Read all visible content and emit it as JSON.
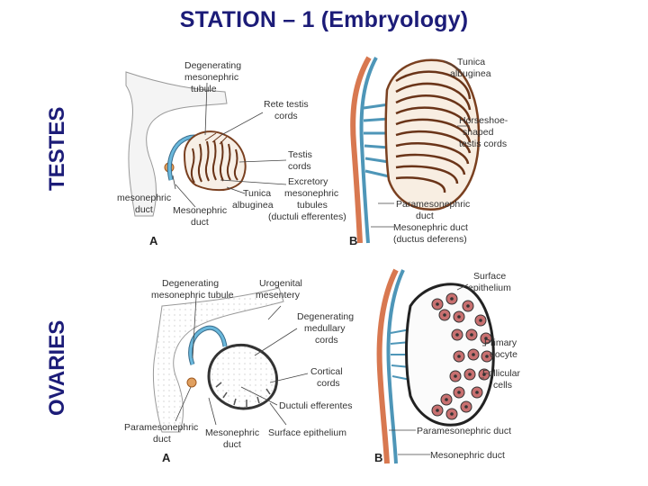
{
  "title": "STATION – 1 (Embryology)",
  "sections": {
    "testes": "TESTES",
    "ovaries": "OVARIES"
  },
  "testes": {
    "panel_a": {
      "letter": "A",
      "labels": {
        "degenerating_tubule": [
          "Degenerating",
          "mesonephric",
          "tubule"
        ],
        "rete_testis": [
          "Rete testis",
          "cords"
        ],
        "testis_cords": [
          "Testis",
          "cords"
        ],
        "excretory_tubules": [
          "Excretory",
          "mesonephric",
          "tubules",
          "(ductuli efferentes)"
        ],
        "tunica": [
          "Tunica",
          "albuginea"
        ],
        "mesonephric_left": [
          "mesonephric",
          "duct"
        ],
        "mesonephric_duct": [
          "Mesonephric",
          "duct"
        ]
      }
    },
    "panel_b": {
      "letter": "B",
      "labels": {
        "tunica": [
          "Tunica",
          "albuginea"
        ],
        "horseshoe": [
          "Horseshoe-",
          "shaped",
          "testis cords"
        ],
        "paramesonephric": [
          "Paramesonephric",
          "duct"
        ],
        "mesonephric": [
          "Mesonephric duct",
          "(ductus deferens)"
        ]
      }
    }
  },
  "ovaries": {
    "panel_a": {
      "letter": "A",
      "labels": {
        "degenerating_tubule": [
          "Degenerating",
          "mesonephric tubule"
        ],
        "urogenital_mesentery": [
          "Urogenital",
          "mesentery"
        ],
        "medullary_cords": [
          "Degenerating",
          "medullary",
          "cords"
        ],
        "cortical_cords": [
          "Cortical",
          "cords"
        ],
        "ductuli": [
          "Ductuli efferentes"
        ],
        "paramesonephric": [
          "Paramesonephric",
          "duct"
        ],
        "mesonephric": [
          "Mesonephric",
          "duct"
        ],
        "surface_epithelium": [
          "Surface epithelium"
        ]
      }
    },
    "panel_b": {
      "letter": "B",
      "labels": {
        "surface_epithelium": [
          "Surface",
          "epithelium"
        ],
        "primary_oocyte": [
          "Primary",
          "oocyte"
        ],
        "follicular_cells": [
          "Follicular",
          "cells"
        ],
        "paramesonephric": [
          "Paramesonephric duct"
        ],
        "mesonephric": [
          "Mesonephric duct"
        ]
      }
    }
  },
  "colors": {
    "title": "#1c1c78",
    "cords": "#6a3418",
    "mesonephric": "#4e96b8",
    "paramesonephric": "#d87850"
  }
}
